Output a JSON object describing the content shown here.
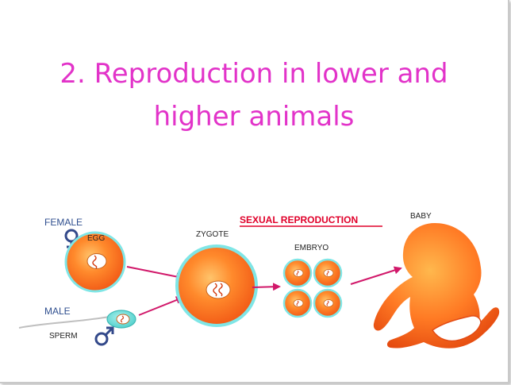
{
  "slide": {
    "title_line1": "2. Reproduction in lower and",
    "title_line2": "higher animals",
    "title_color": "#e233c9"
  },
  "diagram": {
    "heading": "SEXUAL REPRODUCTION",
    "female_label": "FEMALE",
    "egg_label": "EGG",
    "male_label": "MALE",
    "sperm_label": "SPERM",
    "zygote_label": "ZYGOTE",
    "embryo_label": "EMBRYO",
    "baby_label": "BABY",
    "colors": {
      "cell_orange": "#ff6a1a",
      "cell_outline": "#7fe6e6",
      "arrow": "#d1186a",
      "symbol_blue": "#33498a",
      "heading_red": "#e0002a"
    },
    "icons": [
      "female-symbol-icon",
      "male-symbol-icon",
      "baby-silhouette-icon"
    ]
  }
}
